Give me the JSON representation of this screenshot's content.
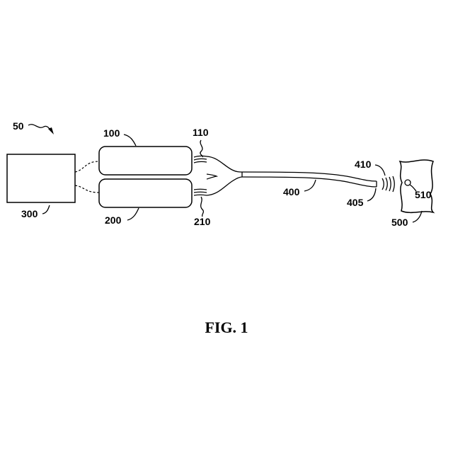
{
  "figure": {
    "caption": "FIG. 1",
    "labels": {
      "system": "50",
      "source_a": "100",
      "source_a_output": "110",
      "source_b": "200",
      "source_b_output": "210",
      "controller": "300",
      "fiber": "400",
      "fiber_tip": "405",
      "emission": "410",
      "tissue": "500",
      "target": "510"
    }
  }
}
